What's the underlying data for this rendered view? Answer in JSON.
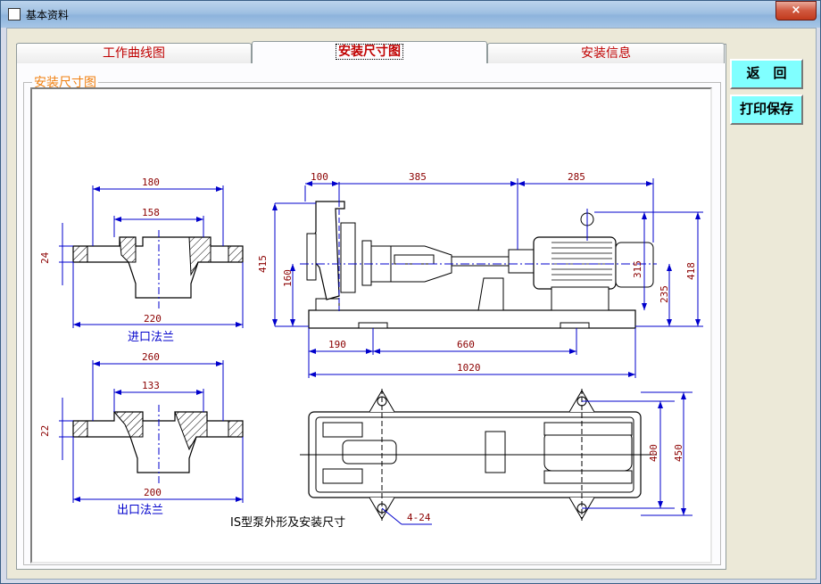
{
  "window": {
    "title": "基本资料",
    "close_label": "×"
  },
  "tabs": [
    "工作曲线图",
    "安装尺寸图",
    "安装信息"
  ],
  "group_title": "安装尺寸图",
  "buttons": {
    "back": "返　回",
    "print_save": "打印保存"
  },
  "drawing": {
    "inlet_flange": {
      "outer": "180",
      "inner": "158",
      "thickness": "24",
      "overall": "220",
      "caption": "进口法兰"
    },
    "outlet_flange": {
      "outer": "260",
      "inner": "133",
      "thickness": "22",
      "overall": "200",
      "caption": "出口法兰"
    },
    "side_view": {
      "dim_100": "100",
      "dim_385": "385",
      "dim_285": "285",
      "dim_415": "415",
      "dim_160": "160",
      "dim_315": "315",
      "dim_235": "235",
      "dim_418": "418",
      "dim_190": "190",
      "dim_660": "660",
      "dim_1020": "1020"
    },
    "plan_view": {
      "dim_400": "400",
      "dim_450": "450",
      "holes": "4-24"
    },
    "caption": "IS型泵外形及安装尺寸"
  },
  "colors": {
    "dimension": "#0000cc",
    "dim_text": "#8b0000",
    "outline": "#000000",
    "tab_text": "#c00000",
    "button_bg": "#80ffff",
    "legend": "#f08010"
  }
}
